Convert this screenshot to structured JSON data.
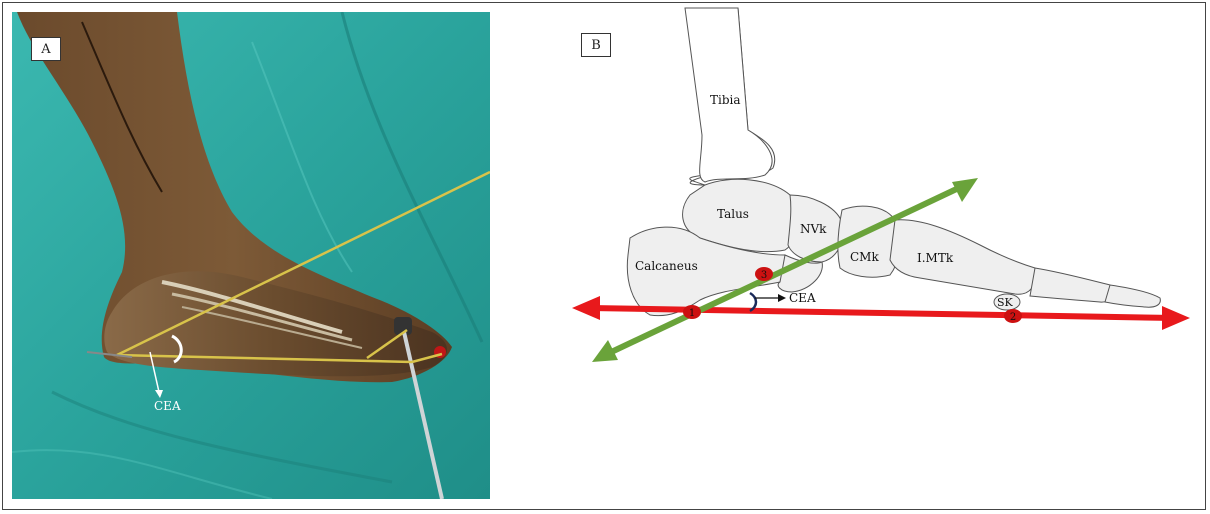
{
  "panel_a": {
    "label": "A",
    "angle_label": "CEA",
    "colors": {
      "background": "#2aa7a0",
      "line": "#d8c34a",
      "arrow": "#ffffff"
    }
  },
  "panel_b": {
    "label": "B",
    "bones": {
      "tibia": "Tibia",
      "talus": "Talus",
      "navicular": "NVk",
      "cuneiform": "CMk",
      "metatarsal": "I.MTk",
      "calcaneus": "Calcaneus",
      "sesamoid": "SK"
    },
    "points": [
      "1",
      "2",
      "3"
    ],
    "angle_label": "CEA",
    "colors": {
      "horizontal_axis": "#e8191c",
      "calcaneal_axis": "#6aa33a",
      "bone_fill": "#efefef",
      "point": "#cc1111"
    }
  }
}
